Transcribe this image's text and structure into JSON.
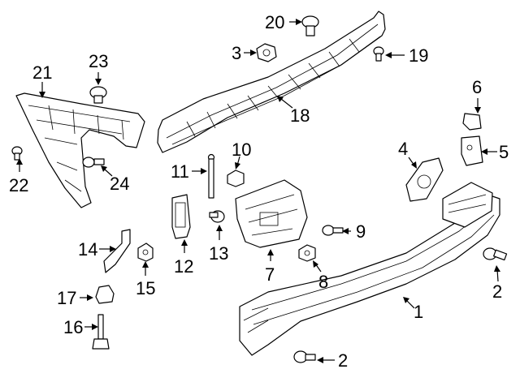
{
  "diagram": {
    "callouts": [
      {
        "id": "c20",
        "label": "20"
      },
      {
        "id": "c3",
        "label": "3"
      },
      {
        "id": "c19",
        "label": "19"
      },
      {
        "id": "c23",
        "label": "23"
      },
      {
        "id": "c21",
        "label": "21"
      },
      {
        "id": "c18",
        "label": "18"
      },
      {
        "id": "c6",
        "label": "6"
      },
      {
        "id": "c4",
        "label": "4"
      },
      {
        "id": "c5",
        "label": "5"
      },
      {
        "id": "c10",
        "label": "10"
      },
      {
        "id": "c11",
        "label": "11"
      },
      {
        "id": "c22",
        "label": "22"
      },
      {
        "id": "c24",
        "label": "24"
      },
      {
        "id": "c9",
        "label": "9"
      },
      {
        "id": "c14",
        "label": "14"
      },
      {
        "id": "c12",
        "label": "12"
      },
      {
        "id": "c13",
        "label": "13"
      },
      {
        "id": "c7",
        "label": "7"
      },
      {
        "id": "c8",
        "label": "8"
      },
      {
        "id": "c15",
        "label": "15"
      },
      {
        "id": "c2a",
        "label": "2"
      },
      {
        "id": "c17",
        "label": "17"
      },
      {
        "id": "c1",
        "label": "1"
      },
      {
        "id": "c16",
        "label": "16"
      },
      {
        "id": "c2b",
        "label": "2"
      }
    ]
  }
}
